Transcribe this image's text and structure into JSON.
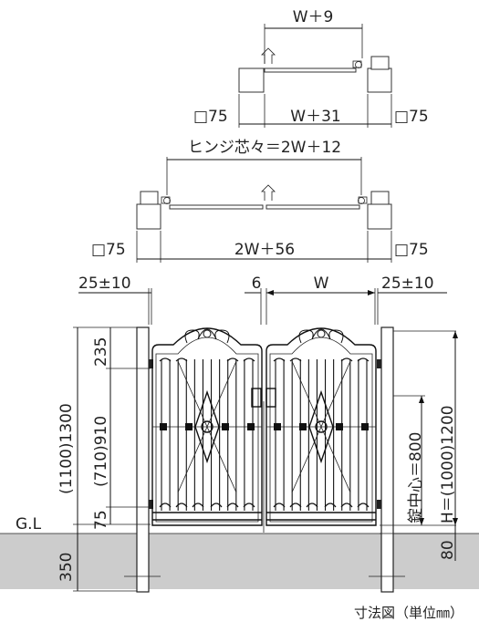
{
  "labels": {
    "top_width": "W＋9",
    "single_sq_left": "□75",
    "single_width": "W＋31",
    "single_sq_right": "□75",
    "hinge_pitch": "ヒンジ芯々＝2W＋12",
    "double_sq_left": "□75",
    "double_width": "2W＋56",
    "double_sq_right": "□75",
    "gap_left": "25±10",
    "gap_center": "6",
    "leaf_width": "W",
    "gap_right": "25±10",
    "post_total": "(1100)1300",
    "upper": "235",
    "middle": "(710)910",
    "lower": "75",
    "gl": "G.L",
    "depth": "350",
    "lock_center": "錠中心＝800",
    "height": "H＝(1000)1200",
    "ground_gap": "80",
    "caption": "寸法図（単位㎜）"
  },
  "colors": {
    "ground": "#cccccc",
    "line": "#111111",
    "background": "#ffffff"
  }
}
